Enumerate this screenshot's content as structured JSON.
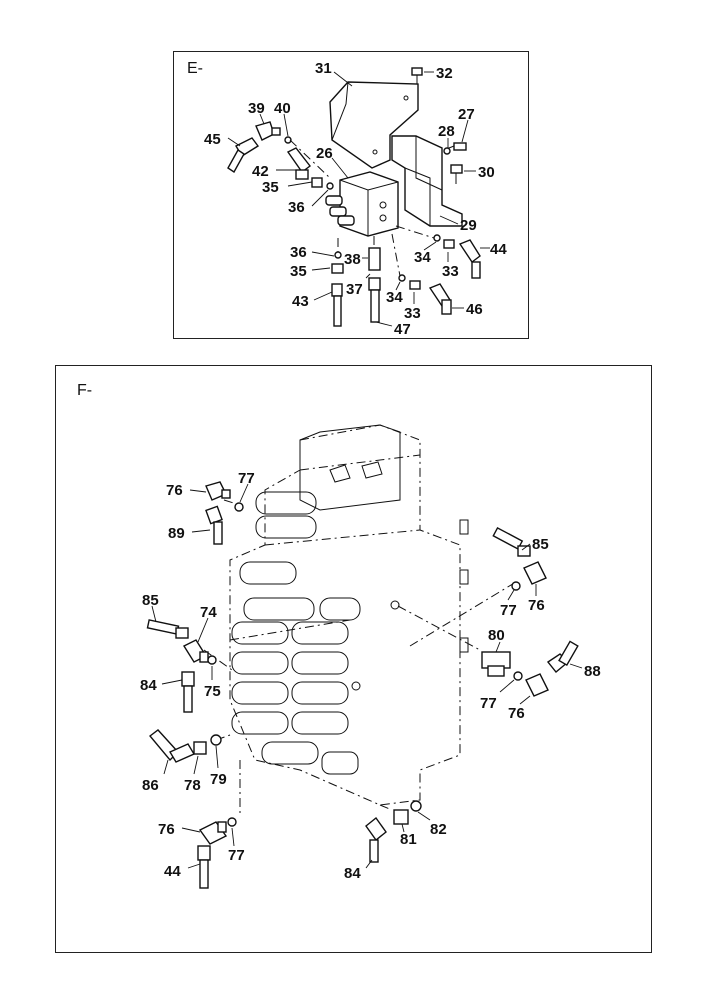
{
  "sections": {
    "e": {
      "label": "E-",
      "callouts": [
        {
          "id": "31",
          "text": "31"
        },
        {
          "id": "32",
          "text": "32"
        },
        {
          "id": "39",
          "text": "39"
        },
        {
          "id": "40",
          "text": "40"
        },
        {
          "id": "27",
          "text": "27"
        },
        {
          "id": "45",
          "text": "45"
        },
        {
          "id": "28",
          "text": "28"
        },
        {
          "id": "26",
          "text": "26"
        },
        {
          "id": "42",
          "text": "42"
        },
        {
          "id": "30",
          "text": "30"
        },
        {
          "id": "35a",
          "text": "35"
        },
        {
          "id": "36a",
          "text": "36"
        },
        {
          "id": "29",
          "text": "29"
        },
        {
          "id": "36b",
          "text": "36"
        },
        {
          "id": "34a",
          "text": "34"
        },
        {
          "id": "44",
          "text": "44"
        },
        {
          "id": "38",
          "text": "38"
        },
        {
          "id": "35b",
          "text": "35"
        },
        {
          "id": "33a",
          "text": "33"
        },
        {
          "id": "37",
          "text": "37"
        },
        {
          "id": "34b",
          "text": "34"
        },
        {
          "id": "43",
          "text": "43"
        },
        {
          "id": "33b",
          "text": "33"
        },
        {
          "id": "46",
          "text": "46"
        },
        {
          "id": "47",
          "text": "47"
        }
      ]
    },
    "f": {
      "label": "F-",
      "callouts": [
        {
          "id": "76a",
          "text": "76"
        },
        {
          "id": "77a",
          "text": "77"
        },
        {
          "id": "89",
          "text": "89"
        },
        {
          "id": "85a",
          "text": "85"
        },
        {
          "id": "85b",
          "text": "85"
        },
        {
          "id": "74",
          "text": "74"
        },
        {
          "id": "77b",
          "text": "77"
        },
        {
          "id": "76b",
          "text": "76"
        },
        {
          "id": "80",
          "text": "80"
        },
        {
          "id": "84a",
          "text": "84"
        },
        {
          "id": "75",
          "text": "75"
        },
        {
          "id": "88",
          "text": "88"
        },
        {
          "id": "77c",
          "text": "77"
        },
        {
          "id": "76c",
          "text": "76"
        },
        {
          "id": "86",
          "text": "86"
        },
        {
          "id": "78",
          "text": "78"
        },
        {
          "id": "79",
          "text": "79"
        },
        {
          "id": "82",
          "text": "82"
        },
        {
          "id": "76d",
          "text": "76"
        },
        {
          "id": "81",
          "text": "81"
        },
        {
          "id": "77d",
          "text": "77"
        },
        {
          "id": "44",
          "text": "44"
        },
        {
          "id": "84b",
          "text": "84"
        }
      ]
    }
  }
}
